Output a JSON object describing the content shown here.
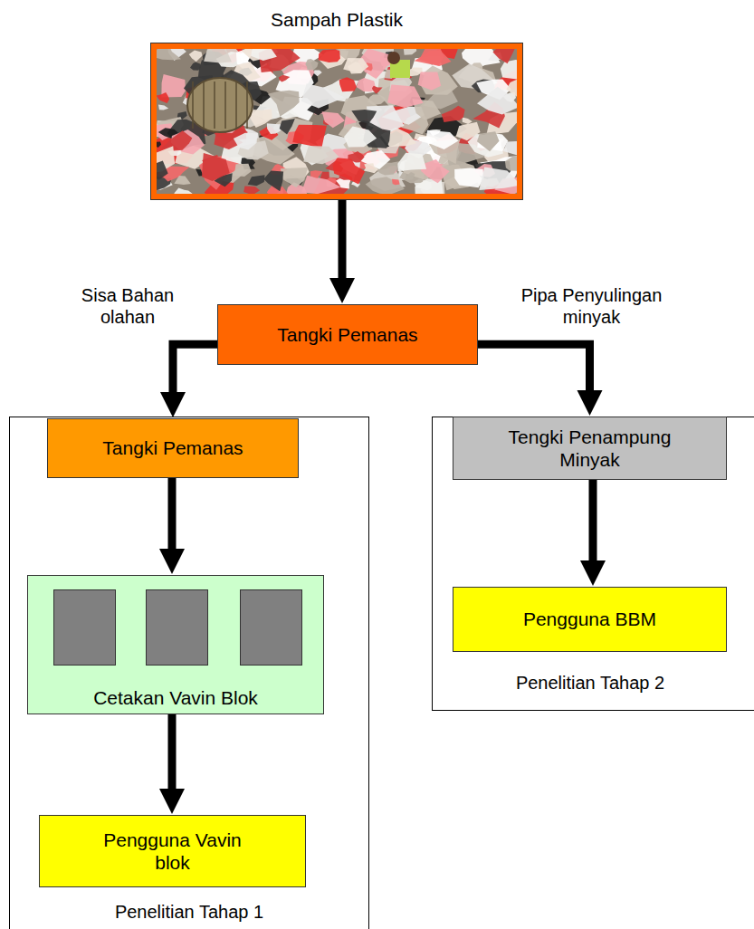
{
  "diagram": {
    "nodes": [
      {
        "text": [
          "Sampah Plastik"
        ]
      },
      {
        "text": [
          "Tangki Pemanas"
        ]
      },
      {
        "text": [
          "Penelitian Tahap 1"
        ]
      },
      {
        "text": [
          "Tangki Pemanas"
        ],
        "in": 2
      },
      {
        "text": [
          "Cetakan Vavin Blok"
        ],
        "in": 2
      },
      {
        "text": [
          "Pengguna Vavin blok"
        ],
        "in": 2
      },
      {
        "text": [
          "Penelitian Tahap 2"
        ]
      },
      {
        "text": [
          "Tengki Penampung Minyak"
        ],
        "in": 6
      },
      {
        "text": [
          "Pengguna BBM"
        ],
        "in": 6
      }
    ],
    "edges": [
      {
        "from": 0,
        "to": 1,
        "arrow": "to"
      },
      {
        "from": 1,
        "to": 3,
        "label": "Sisa Bahan olahan",
        "arrow": "to"
      },
      {
        "from": 1,
        "to": 7,
        "label": "Pipa Penyulingan minyak",
        "arrow": "to"
      },
      {
        "from": 3,
        "to": 4,
        "arrow": "to"
      },
      {
        "from": 4,
        "to": 5,
        "arrow": "to"
      },
      {
        "from": 7,
        "to": 8,
        "arrow": "to"
      }
    ]
  }
}
